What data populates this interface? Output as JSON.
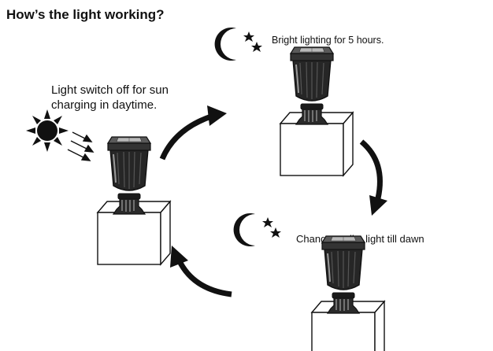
{
  "title": "How’s the light working?",
  "steps": {
    "charging": {
      "caption_line1": "Light switch off for sun",
      "caption_line2": "charging in daytime.",
      "icon": "sun-icon"
    },
    "bright": {
      "caption": "Bright lighting for 5 hours.",
      "icon": "moon-stars-icon"
    },
    "dim": {
      "caption": "Change to dim light till dawn",
      "icon": "moon-stars-icon"
    }
  },
  "colors": {
    "ink": "#111111",
    "lamp_body": "#2a2a2a",
    "background": "#ffffff"
  }
}
